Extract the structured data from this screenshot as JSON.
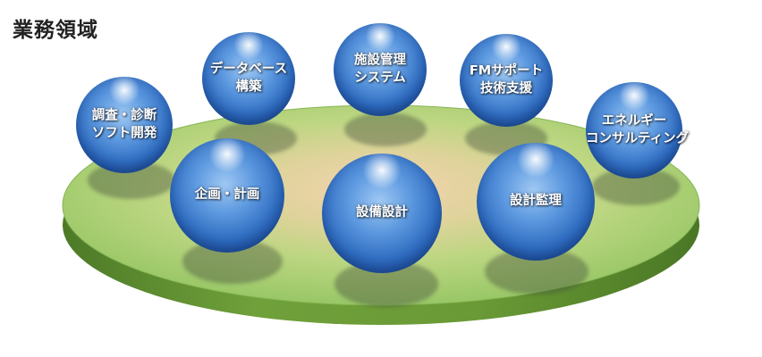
{
  "title": "業務領域",
  "spheres": [
    {
      "lines": [
        "調査・診断",
        "ソフト開発"
      ]
    },
    {
      "lines": [
        "データベース",
        "構築"
      ]
    },
    {
      "lines": [
        "施設管理",
        "システム"
      ]
    },
    {
      "lines": [
        "FMサポート",
        "技術支援"
      ]
    },
    {
      "lines": [
        "エネルギー",
        "コンサルティング"
      ]
    },
    {
      "lines": [
        "企画・計画"
      ]
    },
    {
      "lines": [
        "設備設計"
      ]
    },
    {
      "lines": [
        "設計監理"
      ]
    }
  ],
  "colors": {
    "platform_top": "#a8cf72",
    "platform_center": "#f3d3ae",
    "platform_side": "#5e8f2f",
    "sphere_light": "#9fc8f3",
    "sphere_dark": "#1a4a95"
  }
}
